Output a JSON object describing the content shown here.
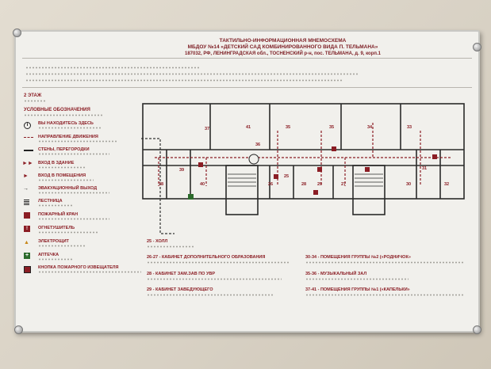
{
  "header": {
    "line1": "ТАКТИЛЬНО-ИНФОРМАЦИОННАЯ МНЕМОСХЕМА",
    "line2": "МБДОУ №14 «ДЕТСКИЙ САД КОМБИНИРОВАННОГО ВИДА П. ТЕЛЬМАНА»",
    "line3": "187032, РФ, ЛЕНИНГРАДСКАЯ обл., ТОСНЕНСКИЙ р-н, пос. ТЕЛЬМАНА, д. 9, корп.1"
  },
  "floor": "2 ЭТАЖ",
  "legend_title": "УСЛОВНЫЕ ОБОЗНАЧЕНИЯ",
  "legend": [
    {
      "id": "you-are-here",
      "label": "ВЫ НАХОДИТЕСЬ ЗДЕСЬ"
    },
    {
      "id": "direction",
      "label": "НАПРАВЛЕНИЕ ДВИЖЕНИЯ"
    },
    {
      "id": "walls",
      "label": "СТЕНЫ, ПЕРЕГОРОДКИ"
    },
    {
      "id": "building-entry",
      "label": "ВХОД В ЗДАНИЕ"
    },
    {
      "id": "room-entry",
      "label": "ВХОД В ПОМЕЩЕНИЯ"
    },
    {
      "id": "evac-exit",
      "label": "ЭВАКУАЦИОННЫЙ ВЫХОД"
    },
    {
      "id": "stairs",
      "label": "ЛЕСТНИЦА"
    },
    {
      "id": "fire-tap",
      "label": "ПОЖАРНЫЙ КРАН"
    },
    {
      "id": "extinguisher",
      "label": "ОГНЕТУШИТЕЛЬ"
    },
    {
      "id": "electric",
      "label": "ЭЛЕКТРОЩИТ"
    },
    {
      "id": "first-aid",
      "label": "АПТЕЧКА"
    },
    {
      "id": "fire-button",
      "label": "КНОПКА ПОЖАРНОГО ИЗВЕЩАТЕЛЯ"
    }
  ],
  "rooms": [
    {
      "label": "25 - ХОЛЛ"
    },
    {
      "label": "26-27 - КАБИНЕТ ДОПОЛНИТЕЛЬНОГО ОБРАЗОВАНИЯ"
    },
    {
      "label": "28 - КАБИНЕТ ЗАМ.ЗАВ ПО УВР"
    },
    {
      "label": "29 - КАБИНЕТ ЗАВЕДУЮЩЕГО"
    },
    {
      "label": "30-34 - ПОМЕЩЕНИЯ ГРУППЫ №2 («РОДНИЧОК»"
    },
    {
      "label": "35-36 - МУЗЫКАЛЬНЫЙ ЗАЛ"
    },
    {
      "label": "37-41 - ПОМЕЩЕНИЯ ГРУППЫ №1 («КАПЕЛЬКИ»"
    }
  ],
  "plan_numbers": [
    "37",
    "41",
    "35",
    "35",
    "34",
    "33",
    "36",
    "39",
    "38",
    "40",
    "26",
    "25",
    "28",
    "29",
    "27",
    "30",
    "31",
    "32"
  ],
  "colors": {
    "accent": "#8b1d24",
    "board": "#f1f0ec",
    "wall": "#2a2a2a"
  }
}
